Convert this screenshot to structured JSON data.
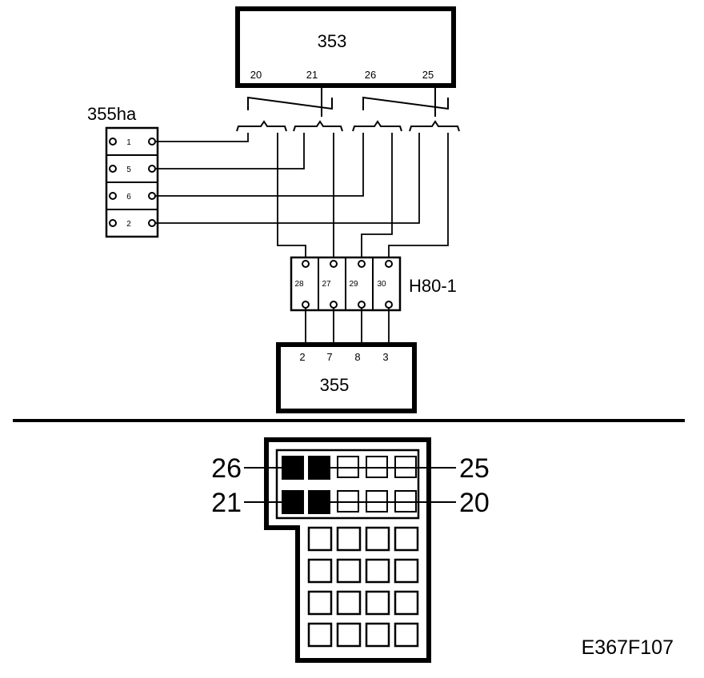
{
  "code": "E367F107",
  "unit_353": {
    "label": "353",
    "pins": [
      "20",
      "21",
      "26",
      "25"
    ]
  },
  "connector_355ha": {
    "label": "355ha",
    "pins": [
      "1",
      "5",
      "6",
      "2"
    ]
  },
  "connector_h80": {
    "label": "H80-1",
    "pins": [
      "28",
      "27",
      "29",
      "30"
    ]
  },
  "unit_355": {
    "label": "355",
    "pins": [
      "2",
      "7",
      "8",
      "3"
    ]
  },
  "connector_view": {
    "callouts": [
      "26",
      "25",
      "21",
      "20"
    ]
  }
}
